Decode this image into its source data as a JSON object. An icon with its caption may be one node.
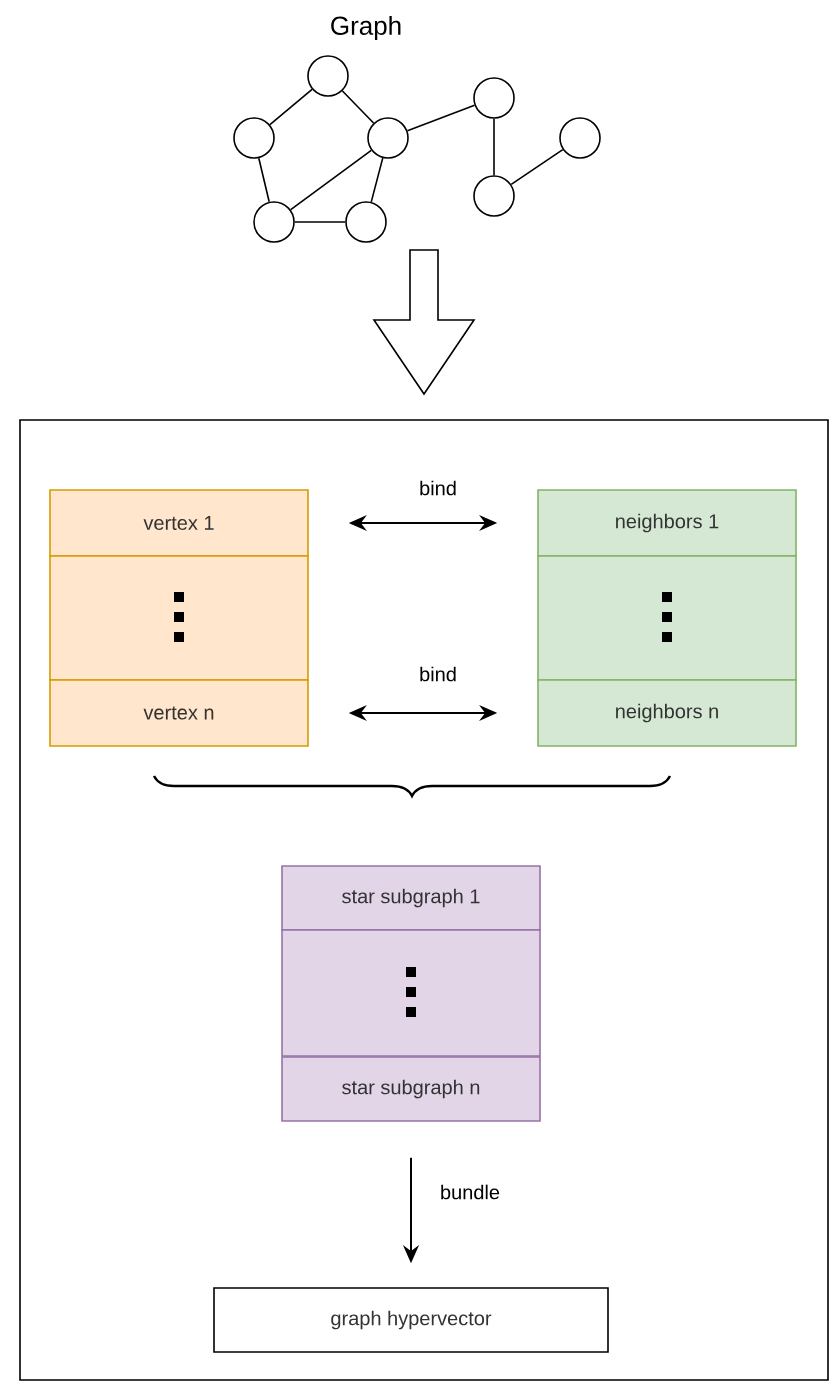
{
  "diagram": {
    "title": "Graph",
    "nodes": [
      {
        "text": [],
        "shape": "circle"
      },
      {
        "text": [],
        "shape": "circle"
      },
      {
        "text": [],
        "shape": "circle"
      },
      {
        "text": [],
        "shape": "circle"
      },
      {
        "text": [],
        "shape": "circle"
      },
      {
        "text": [],
        "shape": "circle"
      },
      {
        "text": [],
        "shape": "circle"
      },
      {
        "text": [],
        "shape": "circle"
      },
      {
        "text": [],
        "shape": "box"
      },
      {
        "text": [
          "vertex 1"
        ],
        "in": 8
      },
      {
        "text": [
          "neighbors 1"
        ],
        "in": 8
      },
      {
        "text": [],
        "shape": "box",
        "in": 8
      },
      {
        "text": [],
        "shape": "box",
        "in": 8
      },
      {
        "text": [
          "vertex n"
        ],
        "in": 8
      },
      {
        "text": [
          "neighbors n"
        ],
        "in": 8
      },
      {
        "text": [
          "star subgraph 1"
        ],
        "in": 8
      },
      {
        "text": [],
        "shape": "box",
        "in": 8
      },
      {
        "text": [
          "star subgraph n"
        ],
        "in": 8
      },
      {
        "text": [
          "graph hypervector"
        ],
        "in": 8
      }
    ],
    "edges": [
      {
        "from": 0,
        "to": 2,
        "arrow": "none"
      },
      {
        "from": 0,
        "to": 3,
        "arrow": "none"
      },
      {
        "from": 2,
        "to": 6,
        "arrow": "none"
      },
      {
        "from": 3,
        "to": 6,
        "arrow": "none"
      },
      {
        "from": 3,
        "to": 7,
        "arrow": "none"
      },
      {
        "from": 6,
        "to": 7,
        "arrow": "none"
      },
      {
        "from": 3,
        "to": 1,
        "arrow": "none"
      },
      {
        "from": 1,
        "to": 5,
        "arrow": "none"
      },
      {
        "from": 5,
        "to": 4,
        "arrow": "none"
      },
      {
        "from": null,
        "to": 8,
        "arrow": "to"
      },
      {
        "from": 9,
        "to": 10,
        "arrow": "both",
        "label": "bind"
      },
      {
        "from": 13,
        "to": 14,
        "arrow": "both",
        "label": "bind"
      },
      {
        "from": 17,
        "to": 18,
        "arrow": "to",
        "label": "bundle"
      }
    ]
  }
}
